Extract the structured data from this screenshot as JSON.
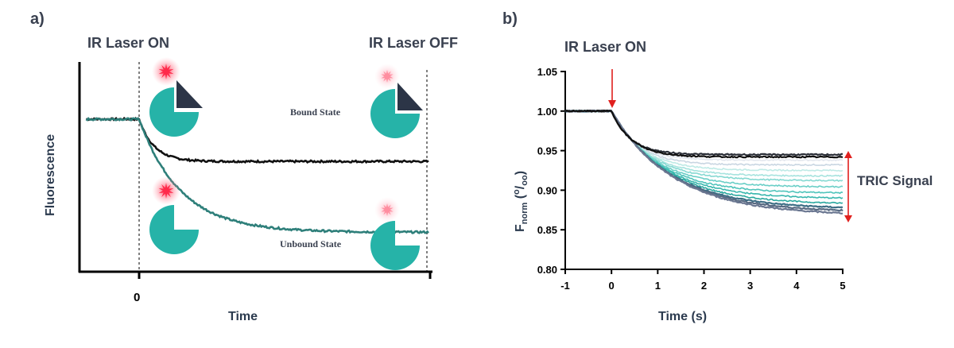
{
  "panel_a": {
    "label": "a)",
    "laser_on": "IR Laser ON",
    "laser_off": "IR Laser OFF",
    "bound_state": "Bound State",
    "unbound_state": "Unbound State",
    "ylabel": "Fluorescence",
    "xlabel": "Time",
    "x_tick": "0",
    "colors": {
      "bound": "#111111",
      "unbound": "#2e7f7a",
      "pie": "#26b3a8",
      "ligand": "#2c3547",
      "laser": "#ff2a4a"
    }
  },
  "panel_b": {
    "label": "b)",
    "laser_on": "IR Laser ON",
    "tric_label": "TRIC Signal",
    "ylabel_main": "F",
    "ylabel_sub": "norm",
    "ylabel_rest_open": " (",
    "ylabel_sup": "o",
    "ylabel_slash": "/",
    "ylabel_sub2": "oo",
    "ylabel_rest_close": ")",
    "xlabel": "Time (s)"
  },
  "chart_data": [
    {
      "type": "line",
      "title": "",
      "xlabel": "Time",
      "ylabel": "Fluorescence",
      "x_ticks": [
        "0"
      ],
      "series": [
        {
          "name": "Bound State",
          "x": [
            -1.2,
            -0.05,
            0.0,
            0.3,
            0.8,
            1.5,
            2.5,
            4,
            6.2
          ],
          "y": [
            1.0,
            1.0,
            1.0,
            0.98,
            0.968,
            0.964,
            0.962,
            0.961,
            0.96
          ]
        },
        {
          "name": "Unbound State",
          "x": [
            -1.2,
            -0.05,
            0.0,
            0.3,
            0.8,
            1.5,
            2.5,
            4,
            6.2
          ],
          "y": [
            1.0,
            1.0,
            1.0,
            0.96,
            0.935,
            0.918,
            0.906,
            0.898,
            0.893
          ]
        }
      ]
    },
    {
      "type": "line",
      "title": "",
      "xlabel": "Time (s)",
      "ylabel": "Fnorm (o/oo)",
      "x_ticks": [
        "-1",
        "0",
        "1",
        "2",
        "3",
        "4",
        "5"
      ],
      "y_ticks": [
        "0.80",
        "0.85",
        "0.90",
        "0.95",
        "1.00",
        "1.05"
      ],
      "xlim": [
        -1,
        5
      ],
      "ylim": [
        0.8,
        1.05
      ],
      "grid": false,
      "annotations": [
        "IR Laser ON",
        "TRIC Signal"
      ],
      "series_plateaus": [
        0.942,
        0.945,
        0.938,
        0.932,
        0.925,
        0.918,
        0.912,
        0.904,
        0.896,
        0.889,
        0.882,
        0.876,
        0.872,
        0.868
      ],
      "series_colors": [
        "#111111",
        "#2b2f38",
        "#e3e7ee",
        "#c9d6e2",
        "#bfeae6",
        "#a6e3de",
        "#86d9d2",
        "#6acfc7",
        "#4fc4bb",
        "#39b7ae",
        "#2aa89f",
        "#3d6e85",
        "#586a82",
        "#6b7791"
      ]
    }
  ]
}
